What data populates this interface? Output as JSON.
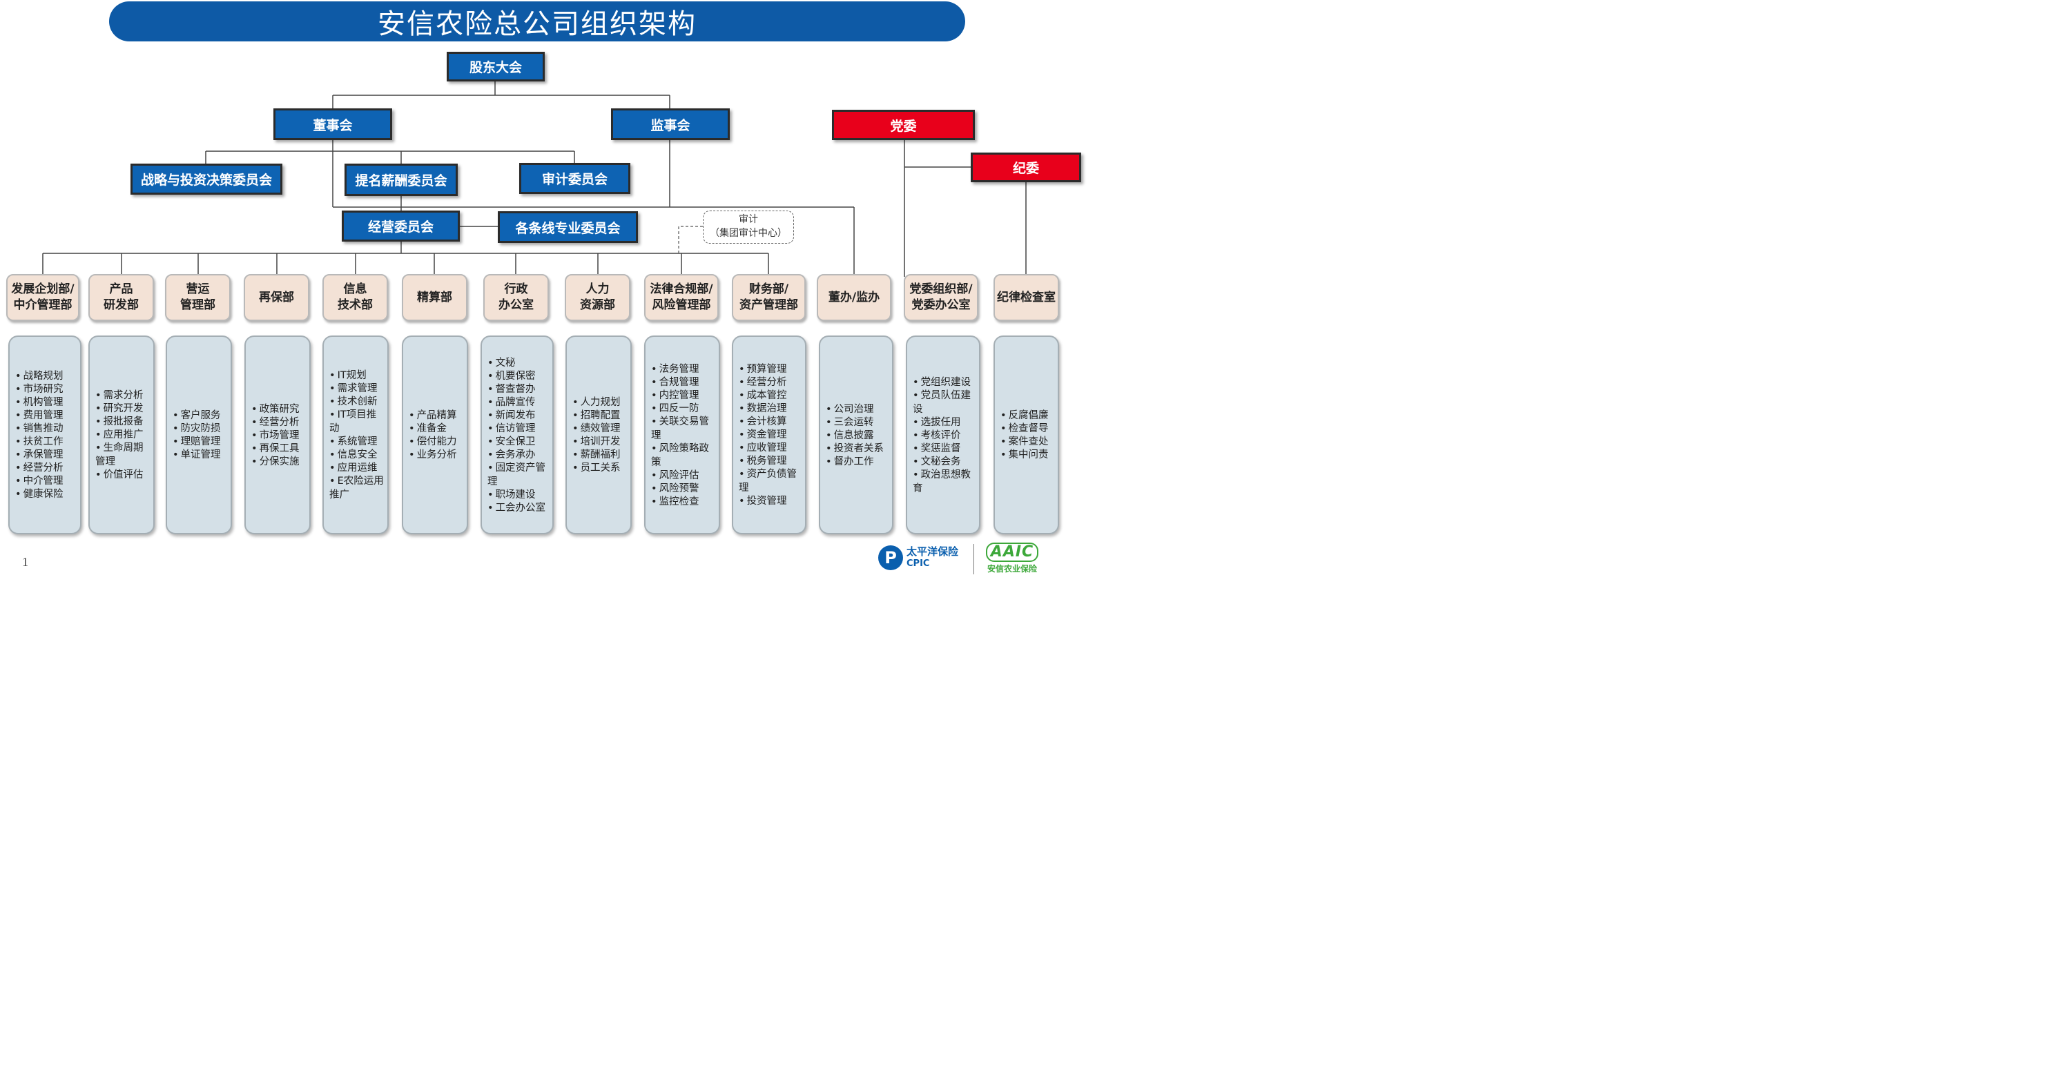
{
  "title": "安信农险总公司组织架构",
  "governance": {
    "shareholders": "股东大会",
    "board": "董事会",
    "supervisors": "监事会",
    "party_committee": "党委",
    "discipline_committee": "纪委",
    "strategy_committee": "战略与投资决策委员会",
    "nomination_committee": "提名薪酬委员会",
    "audit_committee": "审计委员会",
    "executive_committee": "经营委员会",
    "specialist_committees": "各条线专业委员会",
    "audit_note_line1": "审计",
    "audit_note_line2": "（集团审计中心）"
  },
  "departments": [
    {
      "name": "发展企划部/\n中介管理部",
      "duties": [
        "战略规划",
        "市场研究",
        "机构管理",
        "费用管理",
        "销售推动",
        "扶贫工作",
        "承保管理",
        "经营分析",
        "中介管理",
        "健康保险"
      ]
    },
    {
      "name": "产品\n研发部",
      "duties": [
        "需求分析",
        "研究开发",
        "报批报备",
        "应用推广",
        "生命周期管理",
        "价值评估"
      ]
    },
    {
      "name": "营运\n管理部",
      "duties": [
        "客户服务",
        "防灾防损",
        "理赔管理",
        "单证管理"
      ]
    },
    {
      "name": "再保部",
      "duties": [
        "政策研究",
        "经营分析",
        "市场管理",
        "再保工具",
        "分保实施"
      ]
    },
    {
      "name": "信息\n技术部",
      "duties": [
        "IT规划",
        "需求管理",
        "技术创新",
        "IT项目推动",
        "系统管理",
        "信息安全",
        "应用运维",
        "E农险运用推广"
      ]
    },
    {
      "name": "精算部",
      "duties": [
        "产品精算",
        "准备金",
        "偿付能力",
        "业务分析"
      ]
    },
    {
      "name": "行政\n办公室",
      "duties": [
        "文秘",
        "机要保密",
        "督查督办",
        "品牌宣传",
        "新闻发布",
        "信访管理",
        "安全保卫",
        "会务承办",
        "固定资产管理",
        "职场建设",
        "工会办公室"
      ]
    },
    {
      "name": "人力\n资源部",
      "duties": [
        "人力规划",
        "招聘配置",
        "绩效管理",
        "培训开发",
        "薪酬福利",
        "员工关系"
      ]
    },
    {
      "name": "法律合规部/\n风险管理部",
      "duties": [
        "法务管理",
        "合规管理",
        "内控管理",
        "四反一防",
        "关联交易管理",
        "风险策略政策",
        "风险评估",
        "风险预警",
        "监控检查"
      ]
    },
    {
      "name": "财务部/\n资产管理部",
      "duties": [
        "预算管理",
        "经营分析",
        "成本管控",
        "数据治理",
        "会计核算",
        "资金管理",
        "应收管理",
        "税务管理",
        "资产负债管理",
        "投资管理"
      ]
    },
    {
      "name": "董办/监办",
      "duties": [
        "公司治理",
        "三会运转",
        "信息披露",
        "投资者关系",
        "督办工作"
      ]
    },
    {
      "name": "党委组织部/\n党委办公室",
      "duties": [
        "党组织建设",
        "党员队伍建设",
        "选拔任用",
        "考核评价",
        "奖惩监督",
        "文秘会务",
        "政治思想教育"
      ]
    },
    {
      "name": "纪律检查室",
      "duties": [
        "反腐倡廉",
        "检查督导",
        "案件查处",
        "集中问责"
      ]
    }
  ],
  "page_number": "1",
  "logos": {
    "cpic_mark": "P",
    "cpic_cn": "太平洋保险",
    "cpic_en": "CPIC",
    "aaic_mark": "AAIC",
    "aaic_cn": "安信农业保险"
  },
  "colors": {
    "title_bar": "#0e5aa6",
    "governance_box": "#0e63b3",
    "party_box": "#e8001b",
    "department_box": "#f3e2d6",
    "duty_box": "#d4e0e7"
  }
}
